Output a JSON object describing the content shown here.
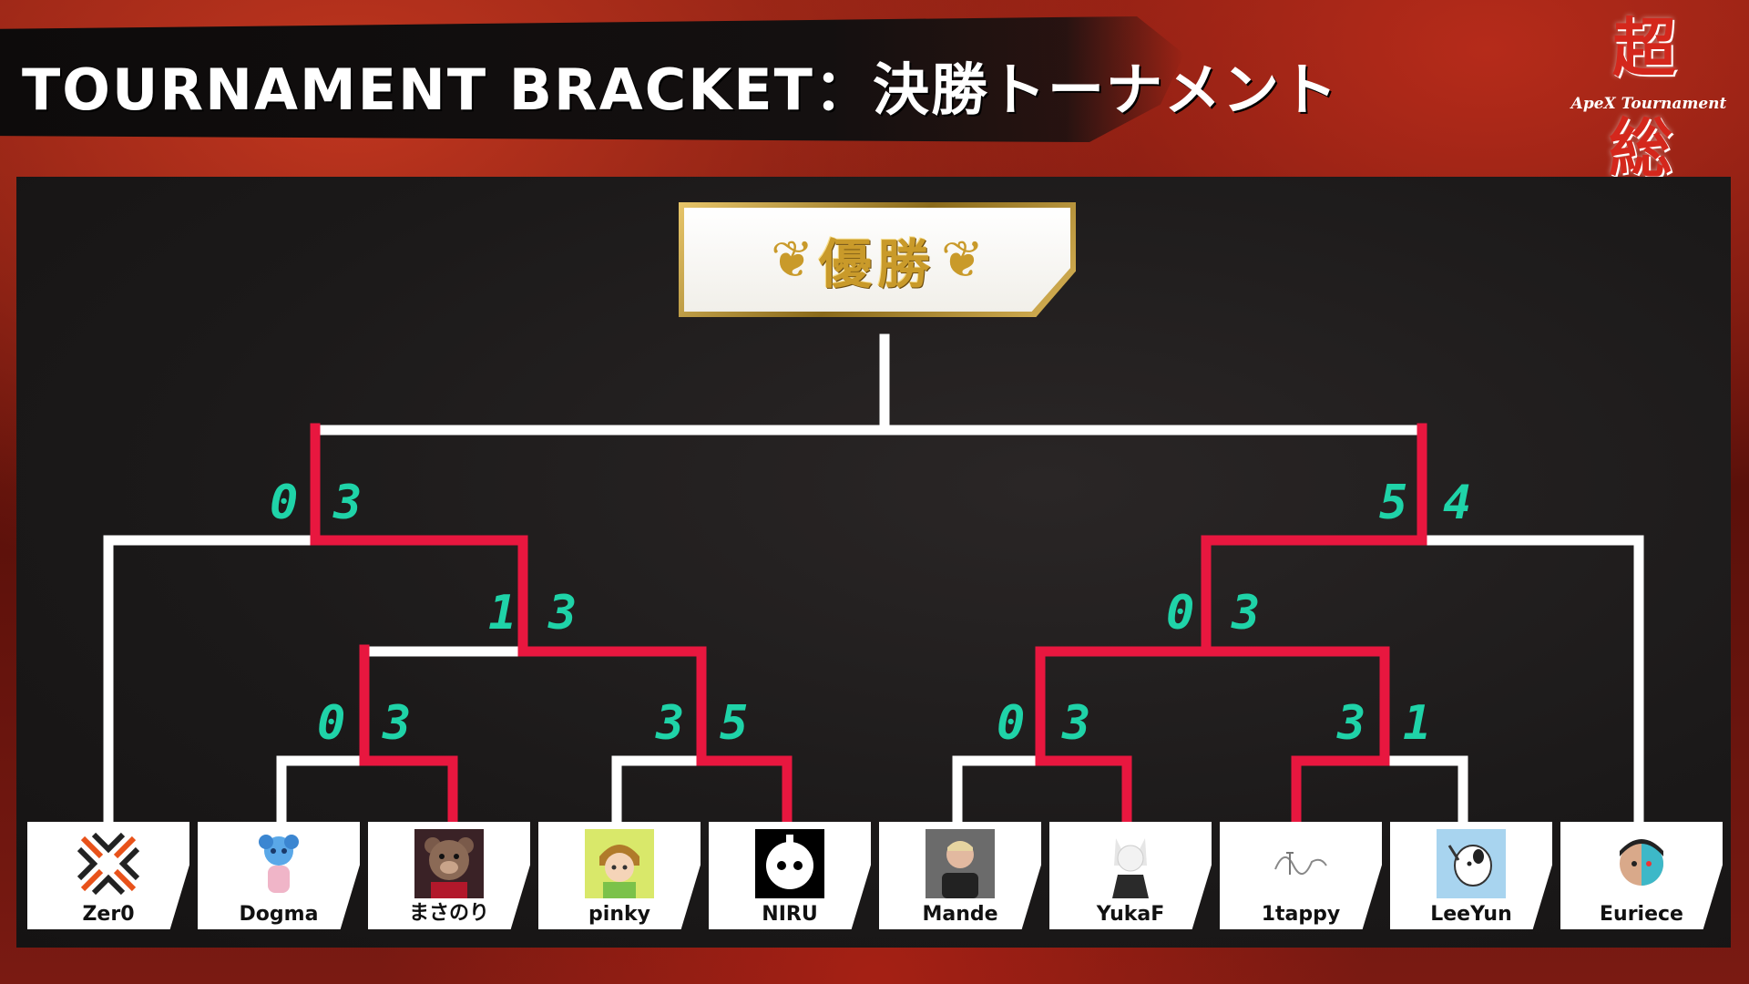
{
  "header": {
    "title": "TOURNAMENT BRACKET：決勝トーナメント"
  },
  "logo": {
    "kanji_top": "超",
    "text": "ApeX Tournament",
    "kanji_bottom": "総"
  },
  "champion": {
    "label": "優勝"
  },
  "colors": {
    "winner_line": "#e8173f",
    "line": "#ffffff",
    "score": "#1fd3a8",
    "panel": "#1b1919"
  },
  "players": [
    {
      "name": "Zer0",
      "avatar_icon": "zero-logo-icon"
    },
    {
      "name": "Dogma",
      "avatar_icon": "dogma-avatar-icon"
    },
    {
      "name": "まさのり",
      "avatar_icon": "bear-avatar-icon"
    },
    {
      "name": "pinky",
      "avatar_icon": "pinky-avatar-icon"
    },
    {
      "name": "NIRU",
      "avatar_icon": "niru-face-icon"
    },
    {
      "name": "Mande",
      "avatar_icon": "mande-photo-icon"
    },
    {
      "name": "YukaF",
      "avatar_icon": "yukaf-avatar-icon"
    },
    {
      "name": "1tappy",
      "avatar_icon": "1tappy-sign-icon"
    },
    {
      "name": "LeeYun",
      "avatar_icon": "leeyun-avatar-icon"
    },
    {
      "name": "Euriece",
      "avatar_icon": "euriece-avatar-icon"
    }
  ],
  "matches": {
    "r1_dogma_masanori": [
      "0",
      "3"
    ],
    "r1_pinky_niru": [
      "3",
      "5"
    ],
    "r1_mande_yukaf": [
      "0",
      "3"
    ],
    "r1_1tappy_leeyun": [
      "3",
      "1"
    ],
    "qf_left": [
      "1",
      "3"
    ],
    "qf_right": [
      "0",
      "3"
    ],
    "sf_left": [
      "0",
      "3"
    ],
    "sf_right": [
      "5",
      "4"
    ]
  }
}
